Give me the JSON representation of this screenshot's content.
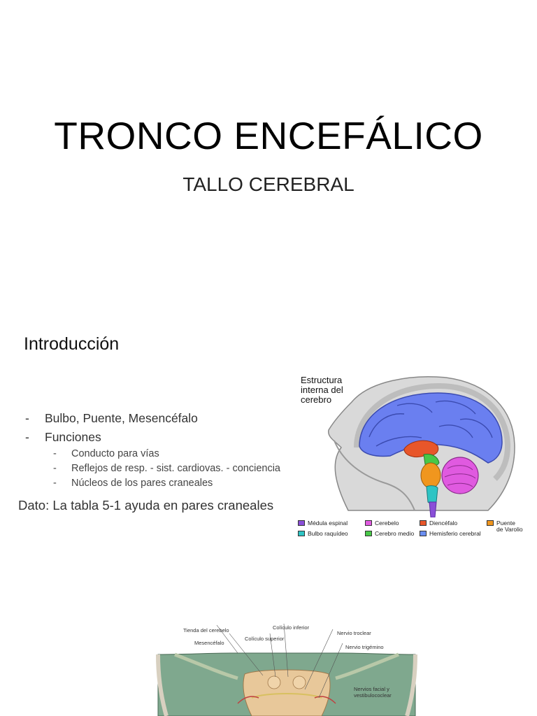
{
  "slide1": {
    "title": "TRONCO ENCEFÁLICO",
    "subtitle": "TALLO CEREBRAL"
  },
  "slide2": {
    "heading": "Introducción",
    "bullets": [
      {
        "label": "Bulbo, Puente, Mesencéfalo"
      },
      {
        "label": "Funciones"
      }
    ],
    "sub_bullets": [
      {
        "label": "Conducto para vías"
      },
      {
        "label": "Reflejos de resp. - sist. cardiovas. - conciencia"
      },
      {
        "label": "Núcleos de los pares craneales"
      }
    ],
    "dato": "Dato: La tabla 5-1 ayuda en pares craneales",
    "dash": "-",
    "figure": {
      "caption": "Estructura interna del cerebro",
      "legend": [
        {
          "label": "Médula espinal",
          "color": "#8a4fd8"
        },
        {
          "label": "Bulbo raquídeo",
          "color": "#2ec4c4"
        },
        {
          "label": "Cerebelo",
          "color": "#e05ae0"
        },
        {
          "label": "Cerebro medio",
          "color": "#48c848"
        },
        {
          "label": "Diencéfalo",
          "color": "#e8562a"
        },
        {
          "label": "Hemisferio cerebral",
          "color": "#6a8ef0"
        },
        {
          "label": "Puente",
          "color": "#f0961e"
        },
        {
          "label": "de Varolio",
          "color": ""
        }
      ]
    }
  },
  "slide3": {
    "labels": [
      {
        "label": "Tienda del cerebelo"
      },
      {
        "label": "Mesencéfalo"
      },
      {
        "label": "Colículo inferior"
      },
      {
        "label": "Colículo superior"
      },
      {
        "label": "Nervio troclear"
      },
      {
        "label": "Nervio trigémino"
      },
      {
        "label": "Nervios facial y"
      },
      {
        "label": "vestibulococlear"
      }
    ]
  },
  "colors": {
    "brain_hemisphere": "#6a7ff0",
    "skull": "#c8c8c8",
    "anatomy_bg": "#7fa88e",
    "brainstem": "#e8c89a"
  }
}
